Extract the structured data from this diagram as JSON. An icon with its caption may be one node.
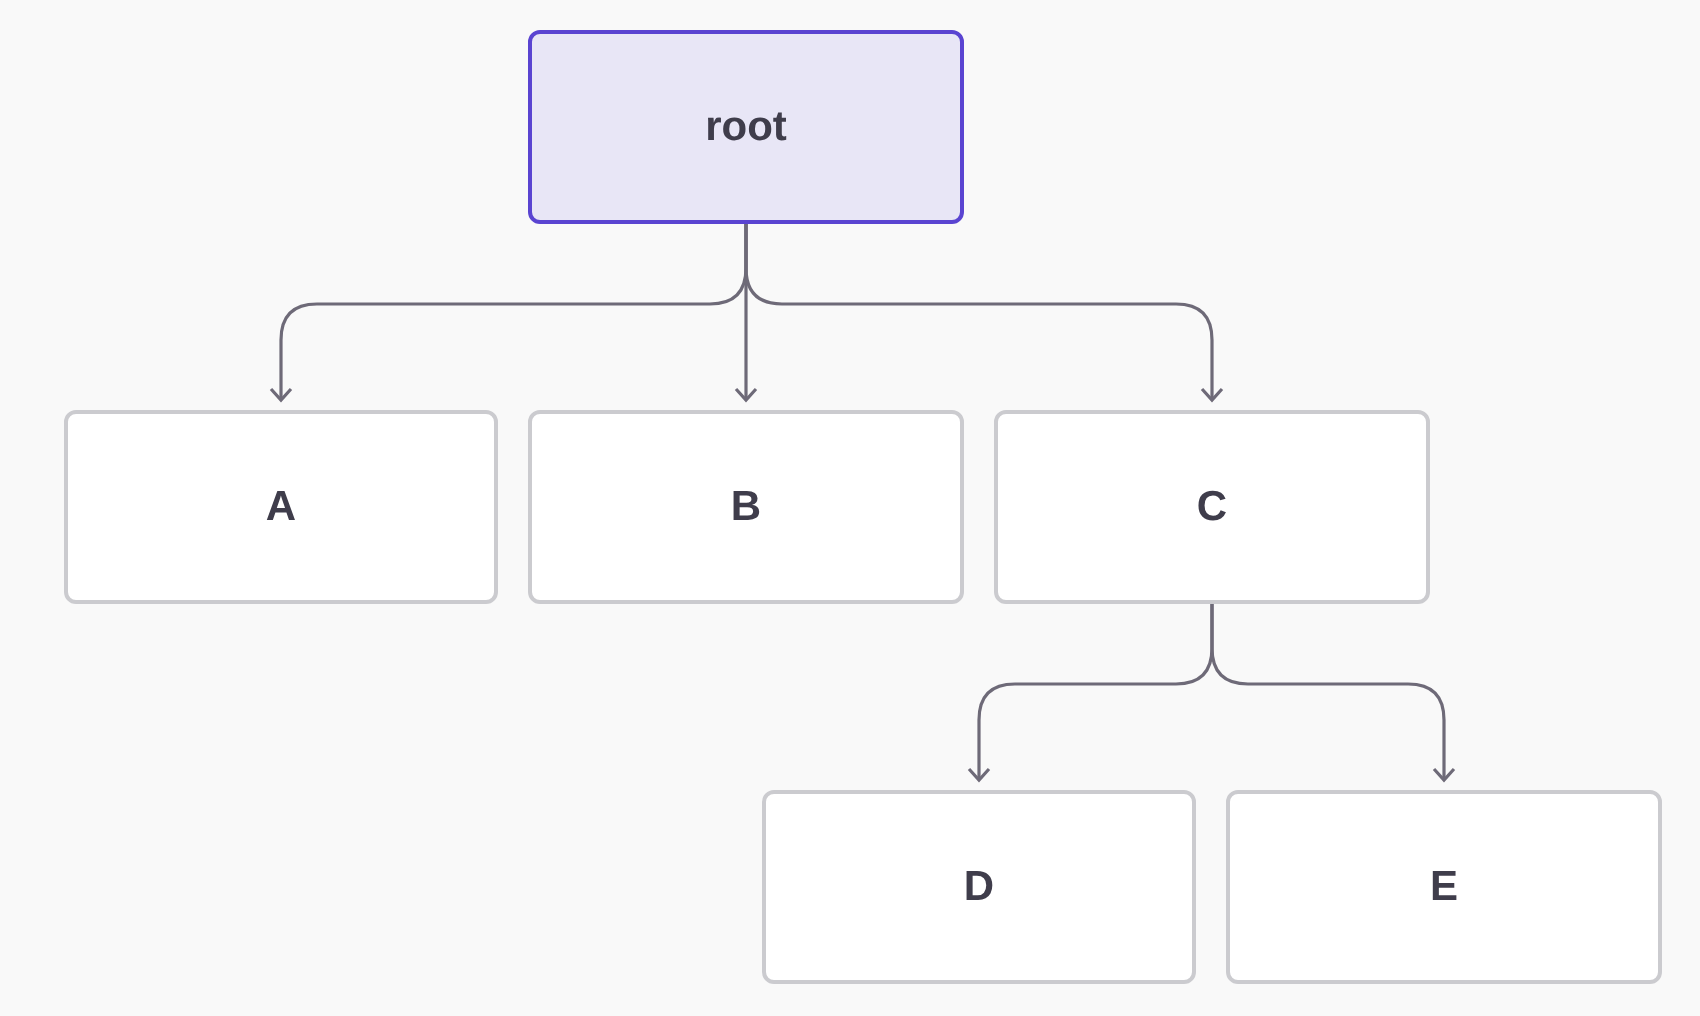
{
  "diagram": {
    "nodes": [
      {
        "text": [
          "root"
        ]
      },
      {
        "text": [
          "A"
        ]
      },
      {
        "text": [
          "B"
        ]
      },
      {
        "text": [
          "C"
        ]
      },
      {
        "text": [
          "D"
        ]
      },
      {
        "text": [
          "E"
        ]
      }
    ],
    "edges": [
      {
        "from": 0,
        "to": 1,
        "arrow": "to"
      },
      {
        "from": 0,
        "to": 2,
        "arrow": "to"
      },
      {
        "from": 0,
        "to": 3,
        "arrow": "to"
      },
      {
        "from": 3,
        "to": 4,
        "arrow": "to"
      },
      {
        "from": 3,
        "to": 5,
        "arrow": "to"
      }
    ]
  }
}
